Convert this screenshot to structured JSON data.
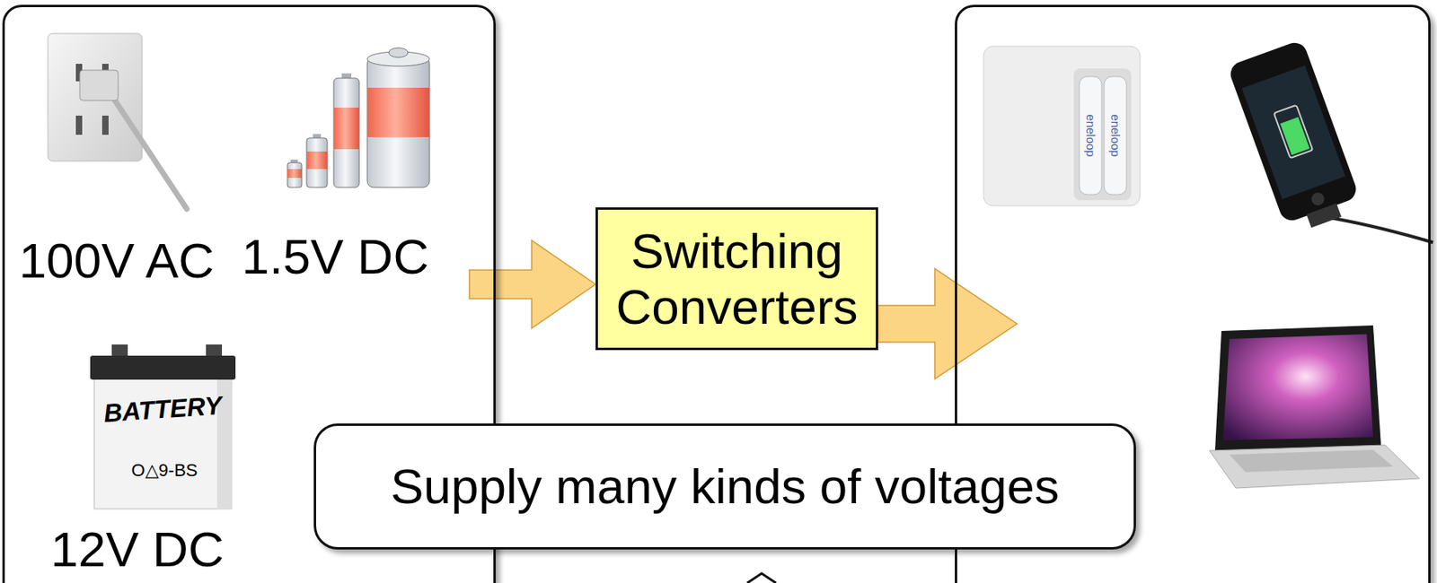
{
  "diagram": {
    "nodes": [
      {
        "text": [
          "100V AC",
          "1.5V DC",
          "12V DC",
          "BATTERY",
          "O△9-BS"
        ]
      },
      {
        "text": [
          "Switching Converters"
        ]
      },
      {
        "text": [
          "eneloop",
          "eneloop"
        ]
      },
      {
        "text": [
          "Supply many kinds of voltages"
        ]
      }
    ],
    "edges": [
      {
        "from": 0,
        "to": 1,
        "arrow": "to"
      },
      {
        "from": 1,
        "to": 2,
        "arrow": "to"
      }
    ]
  }
}
